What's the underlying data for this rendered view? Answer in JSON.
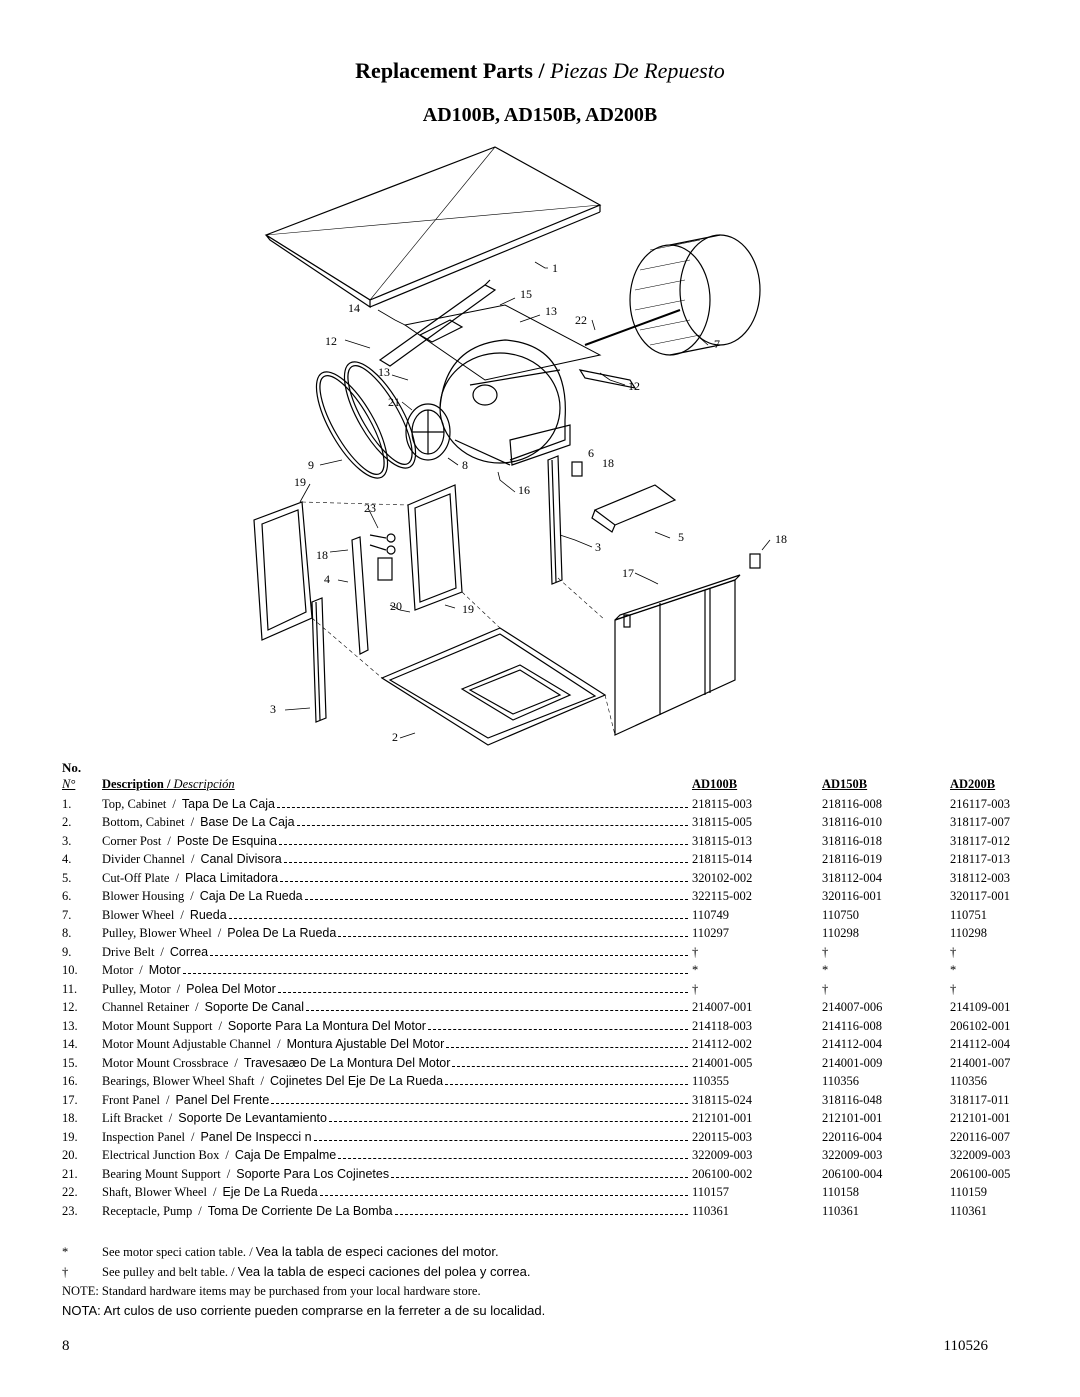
{
  "title_en": "Replacement Parts",
  "title_sep": " / ",
  "title_es": "Piezas De Repuesto",
  "subtitle": "AD100B, AD150B, AD200B",
  "diagram_callouts": [
    "1",
    "15",
    "14",
    "13",
    "22",
    "12",
    "7",
    "13",
    "12",
    "21",
    "6",
    "9",
    "8",
    "18",
    "19",
    "16",
    "23",
    "5",
    "18",
    "3",
    "18",
    "17",
    "4",
    "20",
    "19",
    "3",
    "2"
  ],
  "table": {
    "no_header": "No.",
    "n_header": "N°",
    "desc_header_en": "Description",
    "desc_header_es": "Descripción",
    "col1": "AD100B",
    "col2": "AD150B",
    "col3": "AD200B",
    "rows": [
      {
        "n": "1.",
        "en": "Top, Cabinet",
        "es": "Tapa De La Caja",
        "a": "218115-003",
        "b": "218116-008",
        "c": "216117-003"
      },
      {
        "n": "2.",
        "en": "Bottom, Cabinet",
        "es": "Base De La Caja",
        "a": "318115-005",
        "b": "318116-010",
        "c": "318117-007"
      },
      {
        "n": "3.",
        "en": "Corner Post",
        "es": "Poste De Esquina",
        "a": "318115-013",
        "b": "318116-018",
        "c": "318117-012"
      },
      {
        "n": "4.",
        "en": "Divider Channel",
        "es": "Canal Divisora",
        "a": "218115-014",
        "b": "218116-019",
        "c": "218117-013"
      },
      {
        "n": "5.",
        "en": "Cut-Off Plate",
        "es": "Placa Limitadora",
        "a": "320102-002",
        "b": "318112-004",
        "c": "318112-003"
      },
      {
        "n": "6.",
        "en": "Blower Housing",
        "es": "Caja De La Rueda",
        "a": "322115-002",
        "b": "320116-001",
        "c": "320117-001"
      },
      {
        "n": "7.",
        "en": "Blower Wheel",
        "es": "Rueda",
        "a": "110749",
        "b": "110750",
        "c": "110751"
      },
      {
        "n": "8.",
        "en": "Pulley, Blower Wheel",
        "es": "Polea De La Rueda",
        "a": "110297",
        "b": "110298",
        "c": "110298"
      },
      {
        "n": "9.",
        "en": "Drive Belt",
        "es": "Correa",
        "a": "†",
        "b": "†",
        "c": "†"
      },
      {
        "n": "10.",
        "en": "Motor",
        "es": "Motor",
        "a": "*",
        "b": "*",
        "c": "*"
      },
      {
        "n": "11.",
        "en": "Pulley, Motor",
        "es": "Polea Del Motor",
        "a": "†",
        "b": "†",
        "c": "†"
      },
      {
        "n": "12.",
        "en": "Channel Retainer",
        "es": "Soporte De Canal",
        "a": "214007-001",
        "b": "214007-006",
        "c": "214109-001"
      },
      {
        "n": "13.",
        "en": "Motor Mount Support",
        "es": "Soporte Para La Montura Del Motor",
        "a": "214118-003",
        "b": "214116-008",
        "c": "206102-001"
      },
      {
        "n": "14.",
        "en": "Motor Mount Adjustable Channel",
        "es": "Montura Ajustable Del Motor",
        "a": "214112-002",
        "b": "214112-004",
        "c": "214112-004"
      },
      {
        "n": "15.",
        "en": "Motor Mount Crossbrace",
        "es": "Travesaæo De La Montura Del Motor",
        "a": "214001-005",
        "b": "214001-009",
        "c": "214001-007"
      },
      {
        "n": "16.",
        "en": "Bearings, Blower Wheel Shaft",
        "es": "Cojinetes Del Eje De La Rueda",
        "a": "110355",
        "b": "110356",
        "c": "110356"
      },
      {
        "n": "17.",
        "en": "Front Panel",
        "es": "Panel Del Frente",
        "a": "318115-024",
        "b": "318116-048",
        "c": "318117-011"
      },
      {
        "n": "18.",
        "en": "Lift Bracket",
        "es": "Soporte De Levantamiento",
        "a": "212101-001",
        "b": "212101-001",
        "c": "212101-001"
      },
      {
        "n": "19.",
        "en": "Inspection Panel",
        "es": "Panel De Inspecci n",
        "a": "220115-003",
        "b": "220116-004",
        "c": "220116-007"
      },
      {
        "n": "20.",
        "en": "Electrical Junction Box",
        "es": "Caja De Empalme",
        "a": "322009-003",
        "b": "322009-003",
        "c": "322009-003"
      },
      {
        "n": "21.",
        "en": "Bearing Mount Support",
        "es": "Soporte Para Los Cojinetes",
        "a": "206100-002",
        "b": "206100-004",
        "c": "206100-005"
      },
      {
        "n": "22.",
        "en": "Shaft, Blower Wheel",
        "es": "Eje De La Rueda",
        "a": "110157",
        "b": "110158",
        "c": "110159"
      },
      {
        "n": "23.",
        "en": "Receptacle, Pump",
        "es": "Toma De Corriente De La Bomba",
        "a": "110361",
        "b": "110361",
        "c": "110361"
      }
    ]
  },
  "notes": {
    "star_sym": "*",
    "star_en": "See motor speci cation table.",
    "star_es": "Vea la tabla de especi caciones del motor.",
    "dagger_sym": "†",
    "dagger_en": "See pulley and belt table.",
    "dagger_es": "Vea la tabla de especi caciones del polea y correa.",
    "note_en": "NOTE: Standard hardware items may be purchased from your local hardware store.",
    "note_es": "NOTA: Art culos de uso corriente pueden comprarse en la ferreter a de su localidad."
  },
  "footer": {
    "page": "8",
    "doc": "110526"
  }
}
